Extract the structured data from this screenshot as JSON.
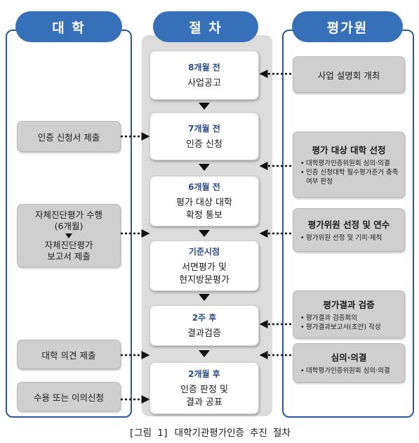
{
  "headers": {
    "left": "대 학",
    "center": "절 차",
    "right": "평가원"
  },
  "steps": [
    {
      "timing": "8개월 전",
      "body": "사업공고"
    },
    {
      "timing": "7개월 전",
      "body": "인증 신청"
    },
    {
      "timing": "6개월 전",
      "body": "평가 대상 대학\n확정 통보"
    },
    {
      "timing": "기준시점",
      "body": "서면평가 및\n현지방문평가"
    },
    {
      "timing": "2주 후",
      "body": "결과검증"
    },
    {
      "timing": "2개월 후",
      "body": "인증 판정 및\n결과 공표"
    }
  ],
  "university": {
    "submit_application": "인증 신청서 제출",
    "self_eval_top": "자체진단평가 수행\n(6개월)",
    "self_eval_bottom": "자체진단평가\n보고서 제출",
    "opinion_submit": "대학 의견 제출",
    "acceptance": "수용 또는 이의신청"
  },
  "agency": {
    "briefing": "사업 설명회 개최",
    "select_target": {
      "title": "평가 대상 대학 선정",
      "items": [
        "대학평가인증위원회 심의·의결",
        "인증 신청대학 필수평가준거 충족 여부 판정"
      ]
    },
    "evaluators": {
      "title": "평가위원 선정 및 연수",
      "items": [
        "평가위원 선정 및 기피·제척"
      ]
    },
    "verification": {
      "title": "평가결과 검증",
      "items": [
        "평가결과 검증회의",
        "평가결과보고서(초안) 작성"
      ]
    },
    "deliberation": {
      "title": "심의·의결",
      "items": [
        "대학평가인증위원회 심의·의결"
      ]
    }
  },
  "caption": "[그림 1] 대학기관평가인증 추진 절차"
}
